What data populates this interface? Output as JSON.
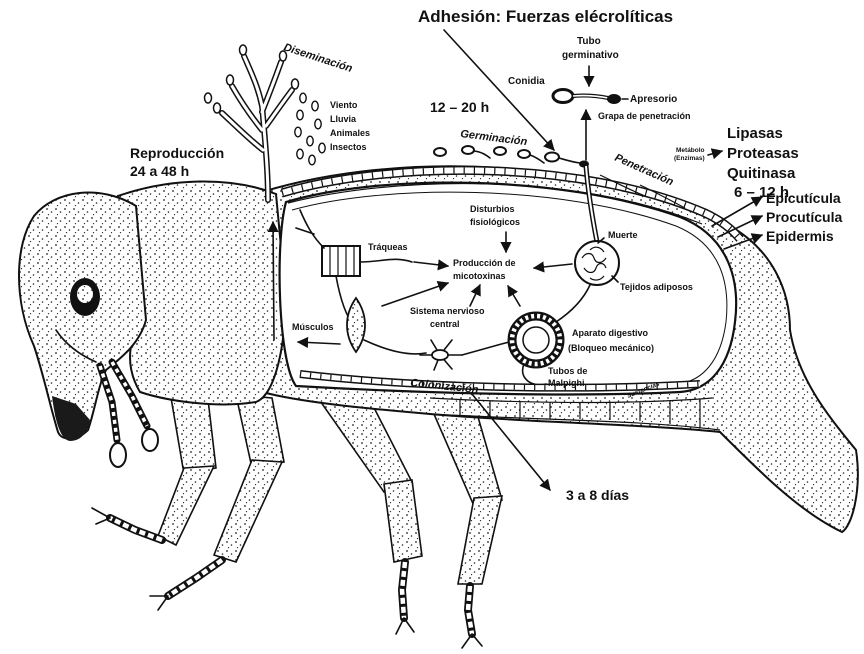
{
  "title": "Adhesión: Fuerzas elécrolíticas",
  "dissemination": {
    "label": "Diseminación",
    "agents": [
      "Viento",
      "Lluvia",
      "Animales",
      "Insectos"
    ]
  },
  "reproduction": {
    "label": "Reproducción",
    "time": "24 a 48 h"
  },
  "germination": {
    "label": "Germinación",
    "time": "12 – 20 h"
  },
  "adhesion_structures": {
    "germ_tube_line1": "Tubo",
    "germ_tube_line2": "germinativo",
    "conidia": "Conidia",
    "appressorium": "Apresorio",
    "penetration_peg": "Grapa de penetración"
  },
  "penetration": {
    "label": "Penetración",
    "metabolites_line1": "Metábolo",
    "metabolites_line2": "(Enzimas)",
    "enzymes": [
      "Lipasas",
      "Proteasas",
      "Quitinasa"
    ],
    "time": "6 – 12 h"
  },
  "cuticle_layers": [
    "Epicutícula",
    "Procutícula",
    "Epidermis"
  ],
  "colonization": {
    "label": "Colonización",
    "time": "3 a 8 días",
    "substances": "Sustancias"
  },
  "internal": {
    "disturbances_line1": "Disturbios",
    "disturbances_line2": "fisiológicos",
    "death": "Muerte",
    "tracheae": "Tráqueas",
    "mycotoxins_line1": "Producción de",
    "mycotoxins_line2": "micotoxinas",
    "fat_bodies": "Tejidos adiposos",
    "muscles": "Músculos",
    "nervous_line1": "Sistema nervioso",
    "nervous_line2": "central",
    "digestive_line1": "Aparato digestivo",
    "digestive_line2": "(Bloqueo mecánico)",
    "malpighi_line1": "Tubos de",
    "malpighi_line2": "Malpighi"
  }
}
